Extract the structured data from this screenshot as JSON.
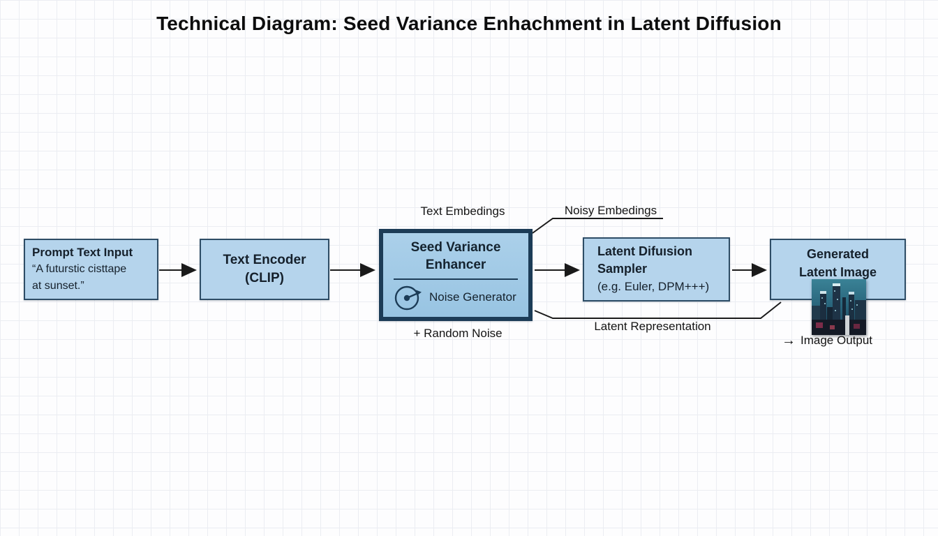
{
  "title": "Technical Diagram: Seed Variance Enhachment in Latent Diffusion",
  "colors": {
    "box_fill": "#b5d4ec",
    "box_border": "#2e4d66",
    "enhancer_fill": "#a3cbe7",
    "enhancer_border": "#1c3c57",
    "connector": "#1a1a1a",
    "grid_line": "#ebedf2",
    "background": "#fdfdfe"
  },
  "nodes": {
    "prompt": {
      "title": "Prompt Text Input",
      "quote_line1": "“A futurstic cisttape",
      "quote_line2": "at sunset.”"
    },
    "encoder": {
      "line1": "Text Encoder",
      "line2": "(CLIP)"
    },
    "enhancer": {
      "line1": "Seed Variance",
      "line2": "Enhancer",
      "component": "Noise Generator"
    },
    "sampler": {
      "line1": "Latent Difuısion",
      "line2": "Sampler",
      "line3": "(e.g. Euler, DPM+++)"
    },
    "generated": {
      "line1": "Generated",
      "line2": "Latent Image"
    }
  },
  "labels": {
    "text_embeddings": "Text Embedings",
    "noisy_embeddings": "Noisy Embedings",
    "random_noise": "+ Random Noise",
    "latent_representation": "Latent Representation",
    "image_output_arrow": "→",
    "image_output": "Image Output"
  }
}
